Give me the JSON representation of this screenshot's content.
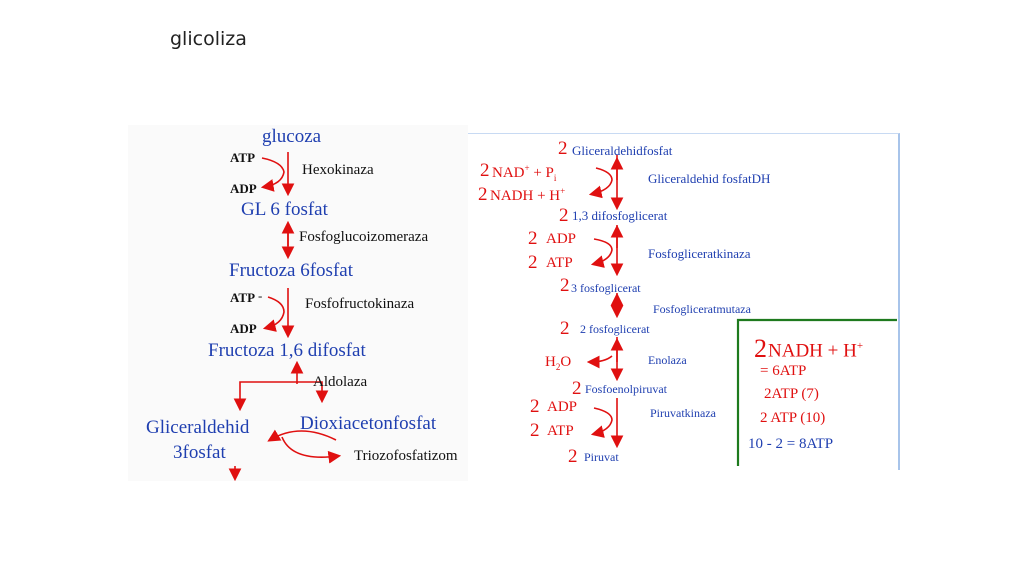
{
  "title": "glicoliza",
  "left": {
    "glucoza": "glucoza",
    "atp1": "ATP",
    "adp1": "ADP",
    "hexokinaza": "Hexokinaza",
    "gl6": "GL 6 fosfat",
    "fosfoglucoizomeraza": "Fosfoglucoizomeraza",
    "fructoza6": "Fructoza 6fosfat",
    "atp2": "ATP",
    "atp2_dash": "-",
    "fosfofructokinaza": "Fosfofructokinaza",
    "adp2": "ADP",
    "fructoza16": "Fructoza 1,6 difosfat",
    "aldolaza": "Aldolaza",
    "gliceraldehid1": "Gliceraldehid",
    "gliceraldehid2": "3fosfat",
    "dioxiacetonfosfat": "Dioxiacetonfosfat",
    "triozofosfatizom": "Triozofosfatizom"
  },
  "right": {
    "c1": "2",
    "gliceraldehidfosfat": "Gliceraldehidfosfat",
    "c2": "2",
    "nad": "NAD",
    "nad_sup": "+",
    "nad_plus": "+ P",
    "pi_sub": "i",
    "gdh": "Gliceraldehid fosfatDH",
    "c3": "2",
    "nadh": "NADH + H",
    "nadh_sup": "+",
    "c4": "2",
    "bpg": "1,3 difosfoglicerat",
    "c5": "2",
    "adp": "ADP",
    "pgk": "Fosfogliceratkinaza",
    "c6": "2",
    "atp": "ATP",
    "c7": "2",
    "pg3": "3 fosfoglicerat",
    "pgm": "Fosfogliceratmutaza",
    "c8": "2",
    "pg2": "2 fosfoglicerat",
    "h2o_h": "H",
    "h2o_2": "2",
    "h2o_o": "O",
    "enolaza": "Enolaza",
    "c9": "2",
    "pep": "Fosfoenolpiruvat",
    "c10": "2",
    "adp2": "ADP",
    "pk": "Piruvatkinaza",
    "c11": "2",
    "atp2": "ATP",
    "c12": "2",
    "piruvat": "Piruvat"
  },
  "summary": {
    "c": "2",
    "nadh": "NADH + H",
    "nadh_sup": "+",
    "l1": "= 6ATP",
    "l2": "2ATP (7)",
    "l3": "2 ATP (10)",
    "l4": "10 - 2 =  8ATP"
  },
  "colors": {
    "blue": "#1f3fb0",
    "red": "#e01010",
    "green": "#1e7a1e",
    "border": "#a8c4ea"
  }
}
